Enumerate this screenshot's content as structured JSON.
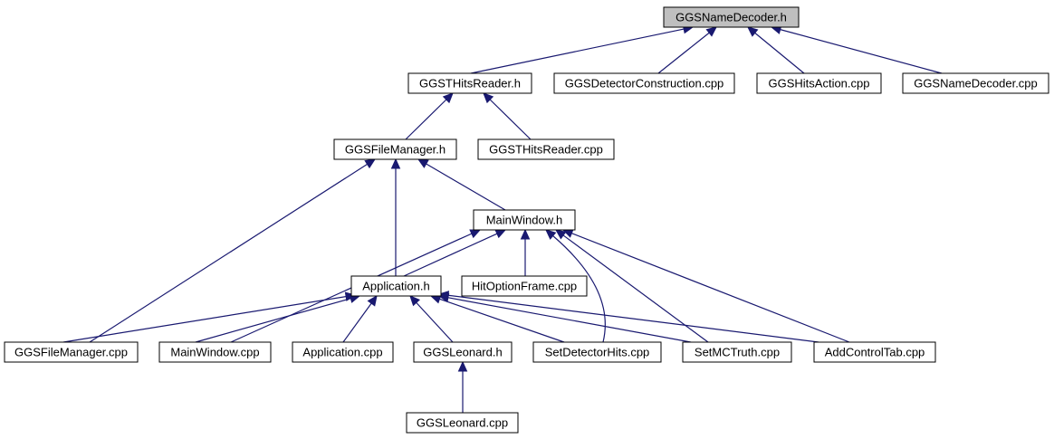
{
  "graph": {
    "nodes": [
      {
        "id": "ggsnamedecoder_h",
        "label": "GGSNameDecoder.h",
        "root": true
      },
      {
        "id": "ggsthitsreader_h",
        "label": "GGSTHitsReader.h"
      },
      {
        "id": "ggsdetectorconstruction_cpp",
        "label": "GGSDetectorConstruction.cpp"
      },
      {
        "id": "ggshitsaction_cpp",
        "label": "GGSHitsAction.cpp"
      },
      {
        "id": "ggsnamedecoder_cpp",
        "label": "GGSNameDecoder.cpp"
      },
      {
        "id": "ggsfilemanager_h",
        "label": "GGSFileManager.h"
      },
      {
        "id": "ggsthitsreader_cpp",
        "label": "GGSTHitsReader.cpp"
      },
      {
        "id": "mainwindow_h",
        "label": "MainWindow.h"
      },
      {
        "id": "application_h",
        "label": "Application.h"
      },
      {
        "id": "hitoptionframe_cpp",
        "label": "HitOptionFrame.cpp"
      },
      {
        "id": "ggsfilemanager_cpp",
        "label": "GGSFileManager.cpp"
      },
      {
        "id": "mainwindow_cpp",
        "label": "MainWindow.cpp"
      },
      {
        "id": "application_cpp",
        "label": "Application.cpp"
      },
      {
        "id": "ggsleonard_h",
        "label": "GGSLeonard.h"
      },
      {
        "id": "setdetectorhits_cpp",
        "label": "SetDetectorHits.cpp"
      },
      {
        "id": "setmctruth_cpp",
        "label": "SetMCTruth.cpp"
      },
      {
        "id": "addcontroltab_cpp",
        "label": "AddControlTab.cpp"
      },
      {
        "id": "ggsleonard_cpp",
        "label": "GGSLeonard.cpp"
      }
    ],
    "edges": [
      {
        "from": "ggsthitsreader_h",
        "to": "ggsnamedecoder_h"
      },
      {
        "from": "ggsdetectorconstruction_cpp",
        "to": "ggsnamedecoder_h"
      },
      {
        "from": "ggshitsaction_cpp",
        "to": "ggsnamedecoder_h"
      },
      {
        "from": "ggsnamedecoder_cpp",
        "to": "ggsnamedecoder_h"
      },
      {
        "from": "ggsfilemanager_h",
        "to": "ggsthitsreader_h"
      },
      {
        "from": "ggsthitsreader_cpp",
        "to": "ggsthitsreader_h"
      },
      {
        "from": "ggsfilemanager_cpp",
        "to": "ggsfilemanager_h"
      },
      {
        "from": "application_h",
        "to": "ggsfilemanager_h"
      },
      {
        "from": "mainwindow_h",
        "to": "ggsfilemanager_h"
      },
      {
        "from": "mainwindow_cpp",
        "to": "mainwindow_h"
      },
      {
        "from": "application_h",
        "to": "mainwindow_h"
      },
      {
        "from": "hitoptionframe_cpp",
        "to": "mainwindow_h"
      },
      {
        "from": "setdetectorhits_cpp",
        "to": "mainwindow_h"
      },
      {
        "from": "setmctruth_cpp",
        "to": "mainwindow_h"
      },
      {
        "from": "addcontroltab_cpp",
        "to": "mainwindow_h"
      },
      {
        "from": "ggsfilemanager_cpp",
        "to": "application_h"
      },
      {
        "from": "mainwindow_cpp",
        "to": "application_h"
      },
      {
        "from": "application_cpp",
        "to": "application_h"
      },
      {
        "from": "ggsleonard_h",
        "to": "application_h"
      },
      {
        "from": "setdetectorhits_cpp",
        "to": "application_h"
      },
      {
        "from": "setmctruth_cpp",
        "to": "application_h"
      },
      {
        "from": "addcontroltab_cpp",
        "to": "application_h"
      },
      {
        "from": "ggsleonard_cpp",
        "to": "ggsleonard_h"
      }
    ]
  },
  "colors": {
    "edge": "#191970",
    "root_fill": "#bfbfbf",
    "node_fill": "#ffffff",
    "border": "#000000"
  }
}
